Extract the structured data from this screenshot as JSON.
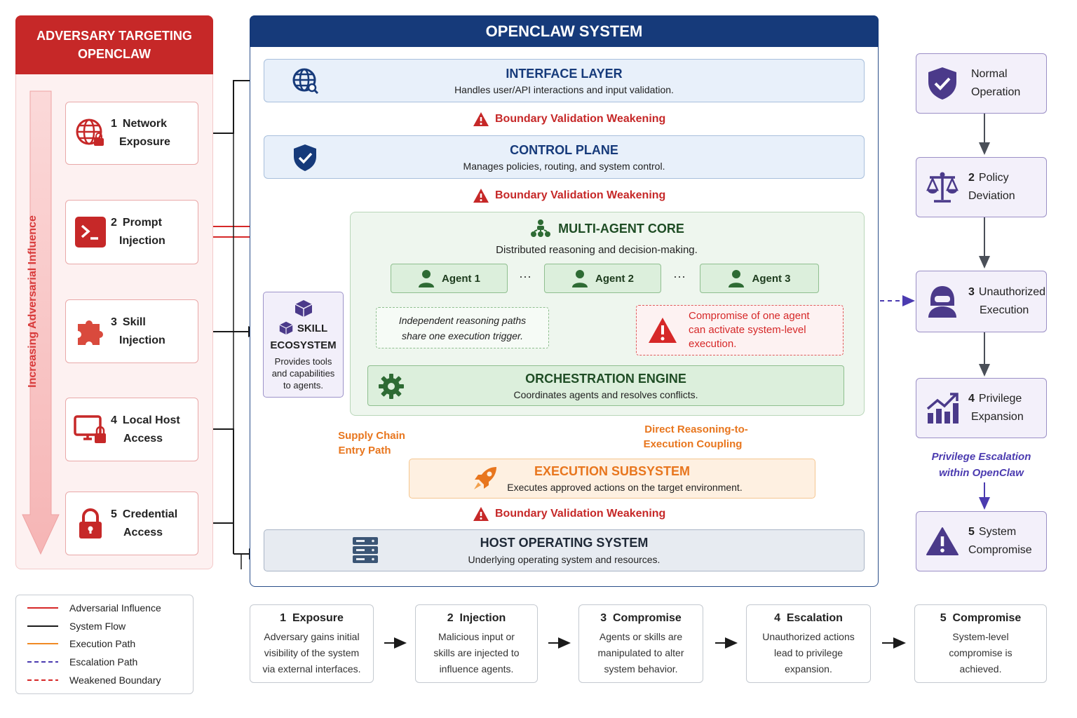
{
  "adversary": {
    "title_line1": "ADVERSARY TARGETING",
    "title_line2": "OPENCLAW",
    "influence_label": "Increasing Adversarial Influence",
    "vectors": [
      {
        "num": "1",
        "line1": "Network",
        "line2": "Exposure",
        "icon": "globe-lock-icon"
      },
      {
        "num": "2",
        "line1": "Prompt",
        "line2": "Injection",
        "icon": "terminal-prompt-icon"
      },
      {
        "num": "3",
        "line1": "Skill",
        "line2": "Injection",
        "icon": "puzzle-piece-icon"
      },
      {
        "num": "4",
        "line1": "Local Host",
        "line2": "Access",
        "icon": "monitor-lock-icon"
      },
      {
        "num": "5",
        "line1": "Credential",
        "line2": "Access",
        "icon": "padlock-icon"
      }
    ]
  },
  "system": {
    "title": "OPENCLAW SYSTEM",
    "interface": {
      "title": "INTERFACE LAYER",
      "desc": "Handles user/API interactions and input validation."
    },
    "control": {
      "title": "CONTROL PLANE",
      "desc": "Manages policies, routing, and system control."
    },
    "boundary_label": "Boundary Validation Weakening",
    "core": {
      "title": "MULTI-AGENT CORE",
      "desc": "Distributed reasoning and decision-making."
    },
    "agents": [
      "Agent 1",
      "Agent 2",
      "Agent 3"
    ],
    "ellipsis": "···",
    "independent_note": [
      "Independent reasoning paths",
      "share one execution trigger."
    ],
    "compromise_note": [
      "Compromise of one agent",
      "can activate system-level",
      "execution."
    ],
    "orchestration": {
      "title": "ORCHESTRATION ENGINE",
      "desc": "Coordinates agents and resolves conflicts."
    },
    "skill": {
      "title_line1": "SKILL",
      "title_line2": "ECOSYSTEM",
      "desc": [
        "Provides tools",
        "and capabilities",
        "to agents."
      ]
    },
    "supply_chain_label": [
      "Supply Chain",
      "Entry Path"
    ],
    "coupling_label": [
      "Direct Reasoning-to-",
      "Execution Coupling"
    ],
    "execution": {
      "title": "EXECUTION SUBSYSTEM",
      "desc": "Executes approved actions on the target environment."
    },
    "host": {
      "title": "HOST OPERATING SYSTEM",
      "desc": "Underlying operating system and resources."
    }
  },
  "escalation": {
    "steps": [
      {
        "num": "",
        "line1": "Normal",
        "line2": "Operation",
        "icon": "shield-check-icon"
      },
      {
        "num": "2",
        "line1": "Policy",
        "line2": "Deviation",
        "icon": "scales-icon"
      },
      {
        "num": "3",
        "line1": "Unauthorized",
        "line2": "Execution",
        "icon": "hooded-hacker-icon"
      },
      {
        "num": "4",
        "line1": "Privilege",
        "line2": "Expansion",
        "icon": "rising-chart-icon"
      },
      {
        "num": "5",
        "line1": "System",
        "line2": "Compromise",
        "icon": "warning-triangle-icon"
      }
    ],
    "caption": [
      "Privilege Escalation",
      "within OpenClaw"
    ]
  },
  "legend": [
    {
      "label": "Adversarial Influence",
      "color": "#d62828",
      "style": "solid"
    },
    {
      "label": "System Flow",
      "color": "#1a1a1a",
      "style": "solid"
    },
    {
      "label": "Execution Path",
      "color": "#f08a24",
      "style": "solid"
    },
    {
      "label": "Escalation Path",
      "color": "#4b3bb0",
      "style": "dashed"
    },
    {
      "label": "Weakened Boundary",
      "color": "#d62828",
      "style": "dashed"
    }
  ],
  "phases": [
    {
      "num": "1",
      "title": "Exposure",
      "desc": [
        "Adversary gains initial",
        "visibility of the system",
        "via external interfaces."
      ]
    },
    {
      "num": "2",
      "title": "Injection",
      "desc": [
        "Malicious input or",
        "skills are injected to",
        "influence agents."
      ]
    },
    {
      "num": "3",
      "title": "Compromise",
      "desc": [
        "Agents or skills are",
        "manipulated to alter",
        "system behavior."
      ]
    },
    {
      "num": "4",
      "title": "Escalation",
      "desc": [
        "Unauthorized actions",
        "lead to privilege",
        "expansion."
      ]
    },
    {
      "num": "5",
      "title": "Compromise",
      "desc": [
        "System-level",
        "compromise is",
        "achieved."
      ]
    }
  ],
  "colors": {
    "adversary_red": "#c62828",
    "system_navy": "#163a7a",
    "core_green": "#2e6b34",
    "execution_orange": "#e8761e",
    "escalation_purple": "#4b3bb0"
  }
}
